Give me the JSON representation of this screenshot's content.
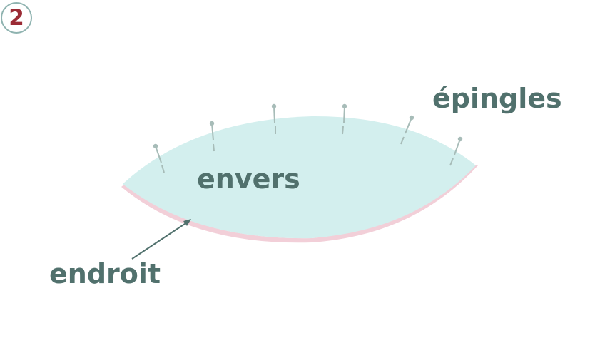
{
  "step": {
    "number": "2",
    "number_color": "#9b2b35",
    "ring_color": "#8fb3b0"
  },
  "labels": {
    "envers": "envers",
    "endroit": "endroit",
    "epingles": "épingles"
  },
  "colors": {
    "fabric_wrong_side": "#d3efee",
    "fabric_right_side": "#f2cfd8",
    "pin": "#a7bcb8",
    "text": "#51716d",
    "arrow": "#51716d"
  },
  "pins": {
    "count": 6
  }
}
